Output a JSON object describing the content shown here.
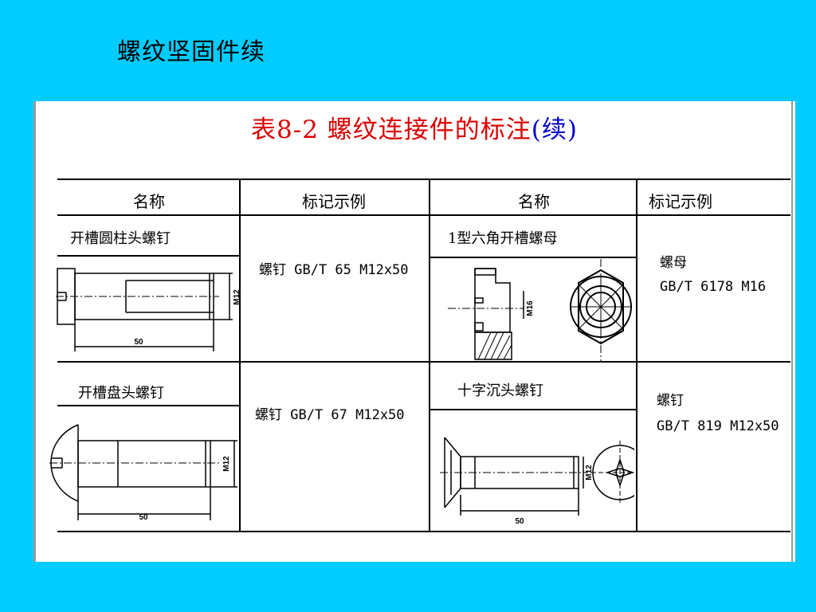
{
  "slide": {
    "title": "螺纹坚固件续"
  },
  "table": {
    "title_prefix": "表8-2 螺纹连接件的标注",
    "title_suffix": "(续)",
    "headers": {
      "name_left": "名称",
      "mark_left": "标记示例",
      "name_right": "名称",
      "mark_right": "标记示例"
    },
    "rows": [
      {
        "left_name": "开槽圆柱头螺钉",
        "left_mark": "螺钉 GB/T 65 M12x50",
        "left_dims": {
          "diameter": "M12",
          "length": "50"
        },
        "right_name": "1型六角开槽螺母",
        "right_mark_line1": "螺母",
        "right_mark_line2": "GB/T 6178 M16",
        "right_dims": {
          "diameter": "M16"
        }
      },
      {
        "left_name": "开槽盘头螺钉",
        "left_mark": "螺钉 GB/T 67 M12x50",
        "left_dims": {
          "diameter": "M12",
          "length": "50"
        },
        "right_name": "十字沉头螺钉",
        "right_mark_line1": "螺钉",
        "right_mark_line2": "GB/T 819 M12x50",
        "right_dims": {
          "diameter": "M12",
          "length": "50"
        }
      }
    ]
  }
}
